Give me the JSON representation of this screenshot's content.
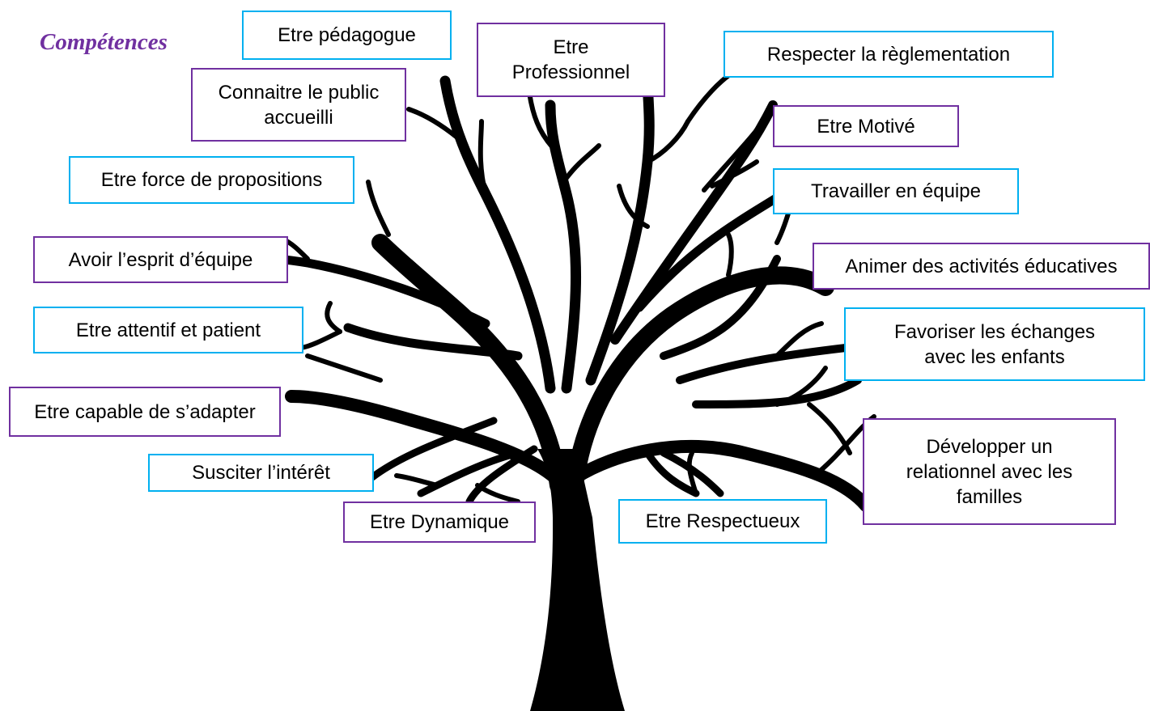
{
  "title": "Compétences",
  "colors": {
    "blue_border": "#00b0f0",
    "purple_border": "#7030a0",
    "title": "#7030a0",
    "tree": "#000000"
  },
  "skills": [
    {
      "text": "Etre pédagogue",
      "border": "blue"
    },
    {
      "text": "Etre\nProfessionnel",
      "border": "purple"
    },
    {
      "text": "Respecter la règlementation",
      "border": "blue"
    },
    {
      "text": "Connaitre le public\naccueilli",
      "border": "purple"
    },
    {
      "text": "Etre Motivé",
      "border": "purple"
    },
    {
      "text": "Etre force de propositions",
      "border": "blue"
    },
    {
      "text": "Travailler en équipe",
      "border": "blue"
    },
    {
      "text": "Avoir l’esprit d’équipe",
      "border": "purple"
    },
    {
      "text": "Animer des activités éducatives",
      "border": "purple"
    },
    {
      "text": "Etre attentif et patient",
      "border": "blue"
    },
    {
      "text": "Favoriser les échanges\navec les enfants",
      "border": "blue"
    },
    {
      "text": "Etre capable de s’adapter",
      "border": "purple"
    },
    {
      "text": "Développer un\nrelationnel avec les\nfamilles",
      "border": "purple"
    },
    {
      "text": "Susciter l’intérêt",
      "border": "blue"
    },
    {
      "text": "Etre Dynamique",
      "border": "purple"
    },
    {
      "text": "Etre Respectueux",
      "border": "blue"
    }
  ]
}
